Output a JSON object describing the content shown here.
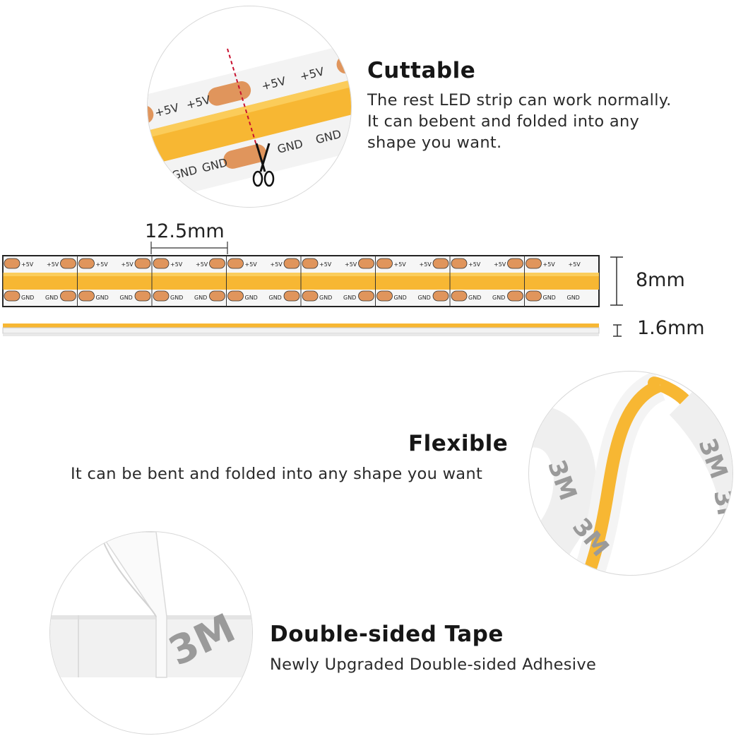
{
  "sections": {
    "cuttable": {
      "title": "Cuttable",
      "desc_lines": [
        "The rest LED strip can work normally.",
        "It can bebent and folded into any",
        "shape you want."
      ]
    },
    "flexible": {
      "title": "Flexible",
      "desc": "It can be bent and folded into any shape you want"
    },
    "tape": {
      "title": "Double-sided Tape",
      "desc": "Newly Upgraded Double-sided Adhesive"
    }
  },
  "dimensions": {
    "pitch": "12.5mm",
    "width": "8mm",
    "thickness": "1.6mm"
  },
  "strip_labels": {
    "positive": "+5V",
    "ground": "GND"
  },
  "tape_brand": "3M",
  "colors": {
    "led_amber": "#f7b733",
    "copper_pad": "#e0955c",
    "strip_white": "#f3f3f3",
    "cut_line": "#c8102e"
  }
}
